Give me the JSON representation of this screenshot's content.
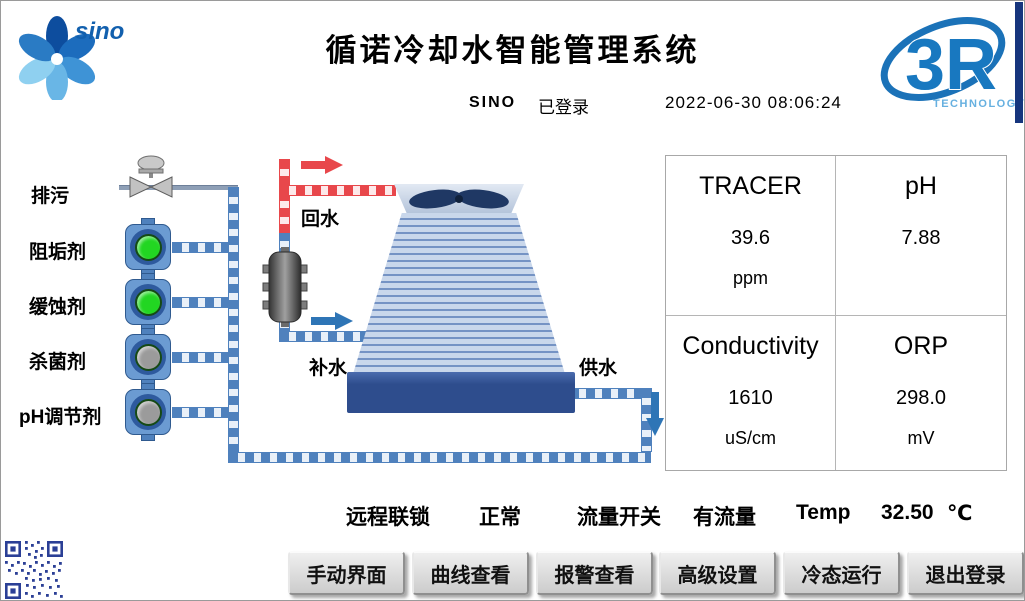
{
  "header": {
    "title": "循诺冷却水智能管理系统",
    "user": "SINO",
    "login_status": "已登录",
    "datetime": "2022-06-30 08:06:24"
  },
  "logos": {
    "sino_text": "sino",
    "three_r_text": "3R",
    "three_r_sub": "TECHNOLOGY"
  },
  "diagram": {
    "blowdown_label": "排污",
    "chemicals": [
      {
        "label": "阻垢剂",
        "pump_state_color": "#22d622",
        "running": true
      },
      {
        "label": "缓蚀剂",
        "pump_state_color": "#22d622",
        "running": true
      },
      {
        "label": "杀菌剂",
        "pump_state_color": "#9b9b9b",
        "running": false
      },
      {
        "label": "pH调节剂",
        "pump_state_color": "#9b9b9b",
        "running": false
      }
    ],
    "return_water_label": "回水",
    "makeup_water_label": "补水",
    "supply_water_label": "供水",
    "pipe_colors": {
      "return": "#e8474b",
      "chemical_supply": "#4f81bd",
      "arrow_blue": "#2e75b6"
    }
  },
  "readings": [
    {
      "label": "TRACER",
      "value": "39.6",
      "unit": "ppm"
    },
    {
      "label": "pH",
      "value": "7.88",
      "unit": ""
    },
    {
      "label": "Conductivity",
      "value": "1610",
      "unit": "uS/cm"
    },
    {
      "label": "ORP",
      "value": "298.0",
      "unit": "mV"
    }
  ],
  "status": {
    "interlock_label": "远程联锁",
    "interlock_value": "正常",
    "flow_label": "流量开关",
    "flow_value": "有流量",
    "temp_label": "Temp",
    "temp_value": "32.50",
    "temp_unit": "℃"
  },
  "buttons": [
    {
      "label": "手动界面"
    },
    {
      "label": "曲线查看"
    },
    {
      "label": "报警查看"
    },
    {
      "label": "高级设置"
    },
    {
      "label": "冷态运行"
    },
    {
      "label": "退出登录"
    }
  ]
}
